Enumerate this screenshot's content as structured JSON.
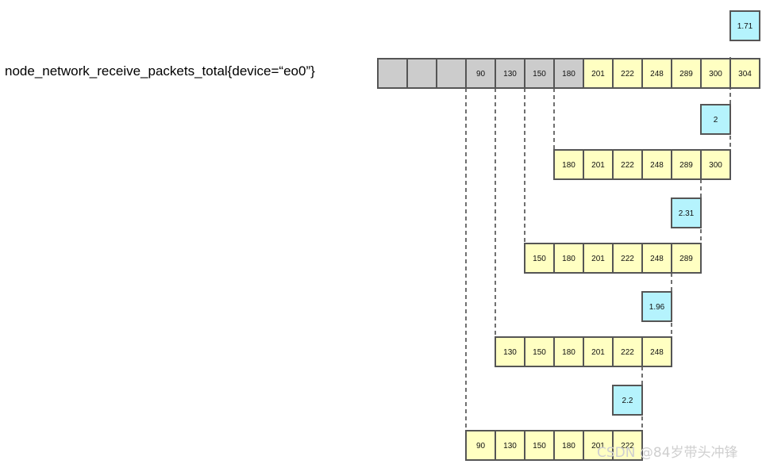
{
  "metric_label": "node_network_receive_packets_total{device=“eo0”}",
  "colors": {
    "history_cell": "#cccccc",
    "sample_cell": "#ffffc2",
    "result_cell": "#b5f3fd",
    "border": "#555555",
    "dashed_line": "#222222"
  },
  "series": {
    "history_cells": [
      "",
      "",
      ""
    ],
    "samples": [
      "90",
      "130",
      "150",
      "180",
      "201",
      "222",
      "248",
      "289",
      "300",
      "304"
    ]
  },
  "windows": [
    {
      "result": "1.71",
      "cells": [
        "201",
        "222",
        "248",
        "289",
        "300",
        "304"
      ]
    },
    {
      "result": "2",
      "cells": [
        "180",
        "201",
        "222",
        "248",
        "289",
        "300"
      ]
    },
    {
      "result": "2.31",
      "cells": [
        "150",
        "180",
        "201",
        "222",
        "248",
        "289"
      ]
    },
    {
      "result": "1.96",
      "cells": [
        "130",
        "150",
        "180",
        "201",
        "222",
        "248"
      ]
    },
    {
      "result": "2.2",
      "cells": [
        "90",
        "130",
        "150",
        "180",
        "201",
        "222"
      ]
    }
  ],
  "watermark": "CSDN @84岁带头冲锋"
}
